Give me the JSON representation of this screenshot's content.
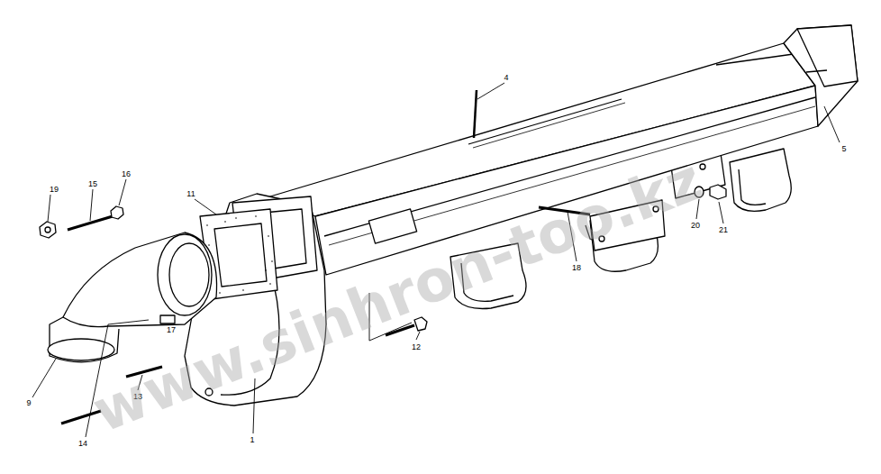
{
  "diagram": {
    "labels": [
      "4",
      "5",
      "19",
      "15",
      "16",
      "11",
      "20",
      "21",
      "18",
      "12",
      "9",
      "13",
      "14",
      "1",
      "17",
      "www.sinhron-too.kz"
    ]
  }
}
